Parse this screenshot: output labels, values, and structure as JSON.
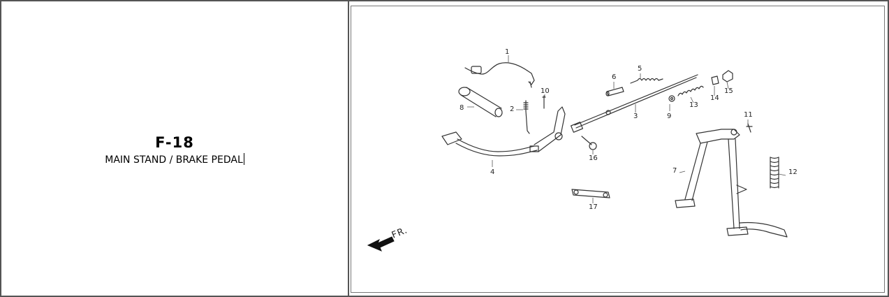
{
  "section": {
    "code": "F-18",
    "title": "MAIN STAND / BRAKE PEDAL"
  },
  "diagram": {
    "front_marker": "FR.",
    "callouts": [
      "1",
      "2",
      "3",
      "4",
      "5",
      "6",
      "7",
      "8",
      "9",
      "10",
      "11",
      "12",
      "13",
      "14",
      "15",
      "16",
      "17"
    ]
  },
  "colors": {
    "border": "#555555",
    "line": "#333333",
    "background": "#ffffff"
  },
  "icons": [
    "front-direction-arrow-icon"
  ]
}
